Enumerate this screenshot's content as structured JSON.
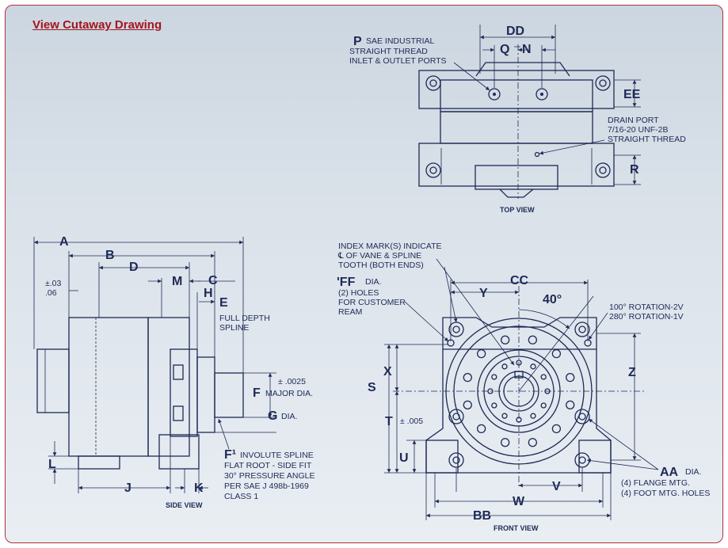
{
  "header": {
    "link_label": "View Cutaway Drawing"
  },
  "colors": {
    "frame_border": "#b2313a",
    "link": "#a3141e",
    "ink": "#1d2a56"
  },
  "top_view": {
    "caption": "TOP VIEW",
    "dims": {
      "DD": "DD",
      "Q": "Q",
      "N": "N",
      "EE": "EE",
      "R": "R"
    },
    "port_letter": "P",
    "port_note": [
      "SAE INDUSTRIAL",
      "STRAIGHT THREAD",
      "INLET & OUTLET PORTS"
    ],
    "drain_note": [
      "DRAIN PORT",
      "7/16-20 UNF-2B",
      "STRAIGHT THREAD"
    ]
  },
  "side_view": {
    "caption": "SIDE VIEW",
    "dims": {
      "A": "A",
      "B": "B",
      "D": "D",
      "M": "M",
      "C": "C",
      "H": "H",
      "E": "E",
      "F": "F",
      "G": "G",
      "J": "J",
      "K": "K",
      "L": "L",
      "F1": "F¹"
    },
    "tol_03": "±.03",
    "tol_06": ".06",
    "full_depth": [
      "FULL DEPTH",
      "SPLINE"
    ],
    "tol_0025": "± .0025",
    "major_dia": "MAJOR DIA.",
    "dia": "DIA.",
    "spline_note": [
      "INVOLUTE SPLINE",
      "FLAT ROOT - SIDE FIT",
      "30° PRESSURE ANGLE",
      "PER SAE J 498b-1969",
      "CLASS 1"
    ]
  },
  "front_view": {
    "caption": "FRONT VIEW",
    "dims": {
      "CC": "CC",
      "Y": "Y",
      "X": "X",
      "S": "S",
      "T": "T",
      "U": "U",
      "Z": "Z",
      "V": "V",
      "W": "W",
      "BB": "BB",
      "AA": "AA",
      "FF": "'FF"
    },
    "angle": "40°",
    "index_note": [
      "INDEX MARK(S) INDICATE",
      "℄  OF VANE & SPLINE",
      "TOOTH (BOTH ENDS)"
    ],
    "ff_dia": "DIA.",
    "ff_note": [
      "(2) HOLES",
      "FOR CUSTOMER",
      "REAM"
    ],
    "rotation": [
      "100° ROTATION-2V",
      "280° ROTATION-1V"
    ],
    "tol_005": "± .005",
    "aa_dia": "DIA.",
    "aa_note": [
      "(4) FLANGE MTG.",
      "(4) FOOT MTG. HOLES"
    ]
  }
}
